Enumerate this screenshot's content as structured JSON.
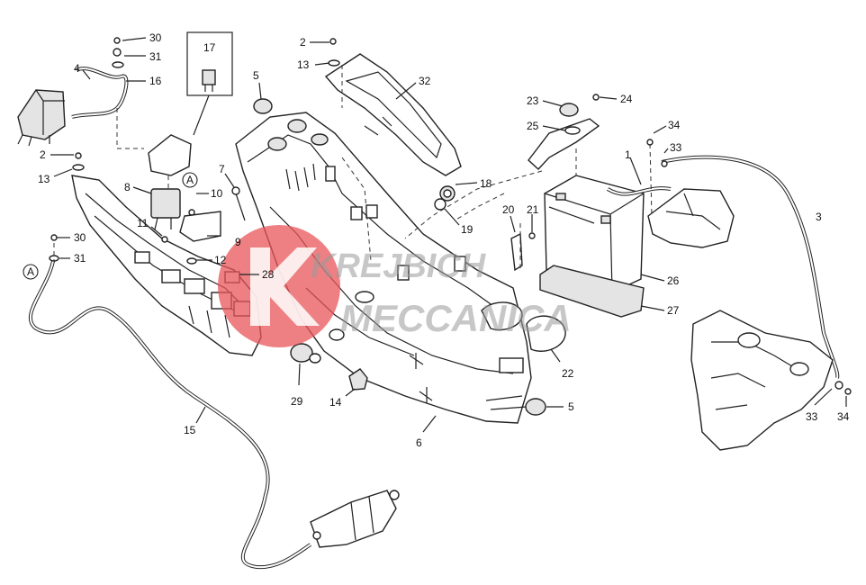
{
  "diagram": {
    "callouts": [
      {
        "id": "c30a",
        "text": "30"
      },
      {
        "id": "c31a",
        "text": "31"
      },
      {
        "id": "c4",
        "text": "4"
      },
      {
        "id": "c16",
        "text": "16"
      },
      {
        "id": "c17",
        "text": "17"
      },
      {
        "id": "c2a",
        "text": "2"
      },
      {
        "id": "c13a",
        "text": "13"
      },
      {
        "id": "c5a",
        "text": "5"
      },
      {
        "id": "c32",
        "text": "32"
      },
      {
        "id": "c23",
        "text": "23"
      },
      {
        "id": "c24",
        "text": "24"
      },
      {
        "id": "c25",
        "text": "25"
      },
      {
        "id": "c34a",
        "text": "34"
      },
      {
        "id": "c33a",
        "text": "33"
      },
      {
        "id": "c1",
        "text": "1"
      },
      {
        "id": "c3",
        "text": "3"
      },
      {
        "id": "c2b",
        "text": "2"
      },
      {
        "id": "c13b",
        "text": "13"
      },
      {
        "id": "c7",
        "text": "7"
      },
      {
        "id": "c8",
        "text": "8"
      },
      {
        "id": "c10",
        "text": "10"
      },
      {
        "id": "c18",
        "text": "18"
      },
      {
        "id": "c19",
        "text": "19"
      },
      {
        "id": "c20",
        "text": "20"
      },
      {
        "id": "c21",
        "text": "21"
      },
      {
        "id": "c26",
        "text": "26"
      },
      {
        "id": "c27",
        "text": "27"
      },
      {
        "id": "c11",
        "text": "11"
      },
      {
        "id": "c9",
        "text": "9"
      },
      {
        "id": "c30b",
        "text": "30"
      },
      {
        "id": "c31b",
        "text": "31"
      },
      {
        "id": "c12",
        "text": "12"
      },
      {
        "id": "c28",
        "text": "28"
      },
      {
        "id": "c22",
        "text": "22"
      },
      {
        "id": "c29",
        "text": "29"
      },
      {
        "id": "c14",
        "text": "14"
      },
      {
        "id": "c5b",
        "text": "5"
      },
      {
        "id": "c6",
        "text": "6"
      },
      {
        "id": "c15",
        "text": "15"
      },
      {
        "id": "c33b",
        "text": "33"
      },
      {
        "id": "c34b",
        "text": "34"
      }
    ],
    "connector_markers": [
      {
        "id": "markerA1",
        "text": "A"
      },
      {
        "id": "markerA2",
        "text": "A"
      }
    ]
  },
  "watermark": {
    "line1": "KREJBICH",
    "line2": "MECCANICA",
    "color": "#e8555a"
  }
}
